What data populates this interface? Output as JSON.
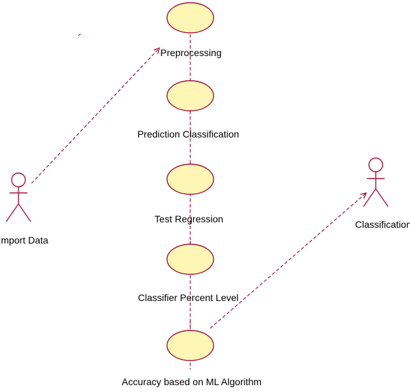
{
  "colors": {
    "stroke": "#a0143c",
    "usecase_fill": "#fdf6b4",
    "text": "#000000"
  },
  "actors": [
    {
      "id": "import",
      "label": "Import Data"
    },
    {
      "id": "classification",
      "label": "Classification"
    }
  ],
  "use_cases": [
    {
      "id": "top",
      "label": ""
    },
    {
      "id": "uc1",
      "label": "Prediction Classification"
    },
    {
      "id": "uc2",
      "label": "Test Regression"
    },
    {
      "id": "uc3",
      "label": "Classifier Percent Level"
    },
    {
      "id": "uc4",
      "label": "Accuracy based on ML Algorithm"
    }
  ],
  "labels": {
    "preprocessing": "Preprocessing"
  }
}
